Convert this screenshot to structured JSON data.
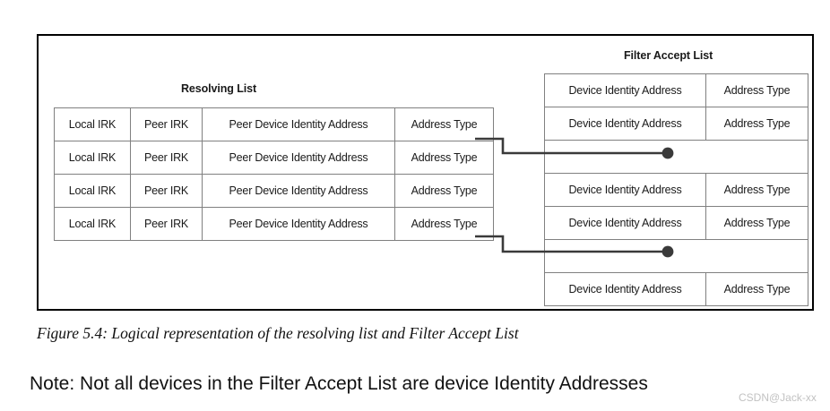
{
  "figure": {
    "caption": "Figure 5.4:  Logical representation of the resolving list and Filter Accept List",
    "note": "Note: Not all devices in the Filter Accept List are device Identity Addresses",
    "watermark": "CSDN@Jack-xx",
    "border_color": "#000000",
    "grid_color": "#808080",
    "line_color": "#3a3a3a"
  },
  "resolving_list": {
    "title": "Resolving List",
    "columns": [
      "Local IRK",
      "Peer IRK",
      "Peer Device Identity Address",
      "Address Type"
    ],
    "rows": [
      {
        "local_irk": "Local IRK",
        "peer_irk": "Peer IRK",
        "peer_device_identity_address": "Peer Device Identity Address",
        "address_type": "Address Type"
      },
      {
        "local_irk": "Local IRK",
        "peer_irk": "Peer IRK",
        "peer_device_identity_address": "Peer Device Identity Address",
        "address_type": "Address Type"
      },
      {
        "local_irk": "Local IRK",
        "peer_irk": "Peer IRK",
        "peer_device_identity_address": "Peer Device Identity Address",
        "address_type": "Address Type"
      },
      {
        "local_irk": "Local IRK",
        "peer_irk": "Peer IRK",
        "peer_device_identity_address": "Peer Device Identity Address",
        "address_type": "Address Type"
      }
    ]
  },
  "filter_accept_list": {
    "title": "Filter Accept List",
    "columns": [
      "Device Identity Address",
      "Address Type"
    ],
    "rows": [
      {
        "type": "entry",
        "device_identity_address": "Device Identity Address",
        "address_type": "Address Type"
      },
      {
        "type": "entry",
        "device_identity_address": "Device Identity Address",
        "address_type": "Address Type"
      },
      {
        "type": "linked",
        "device_identity_address": "",
        "address_type": ""
      },
      {
        "type": "entry",
        "device_identity_address": "Device Identity Address",
        "address_type": "Address Type"
      },
      {
        "type": "entry",
        "device_identity_address": "Device Identity Address",
        "address_type": "Address Type"
      },
      {
        "type": "linked",
        "device_identity_address": "",
        "address_type": ""
      },
      {
        "type": "entry",
        "device_identity_address": "Device Identity Address",
        "address_type": "Address Type"
      }
    ]
  },
  "connectors": [
    {
      "name": "connector-row1-to-fal-row3",
      "from_row": 1,
      "to_row": 3
    },
    {
      "name": "connector-row4-to-fal-row6",
      "from_row": 4,
      "to_row": 6
    }
  ]
}
